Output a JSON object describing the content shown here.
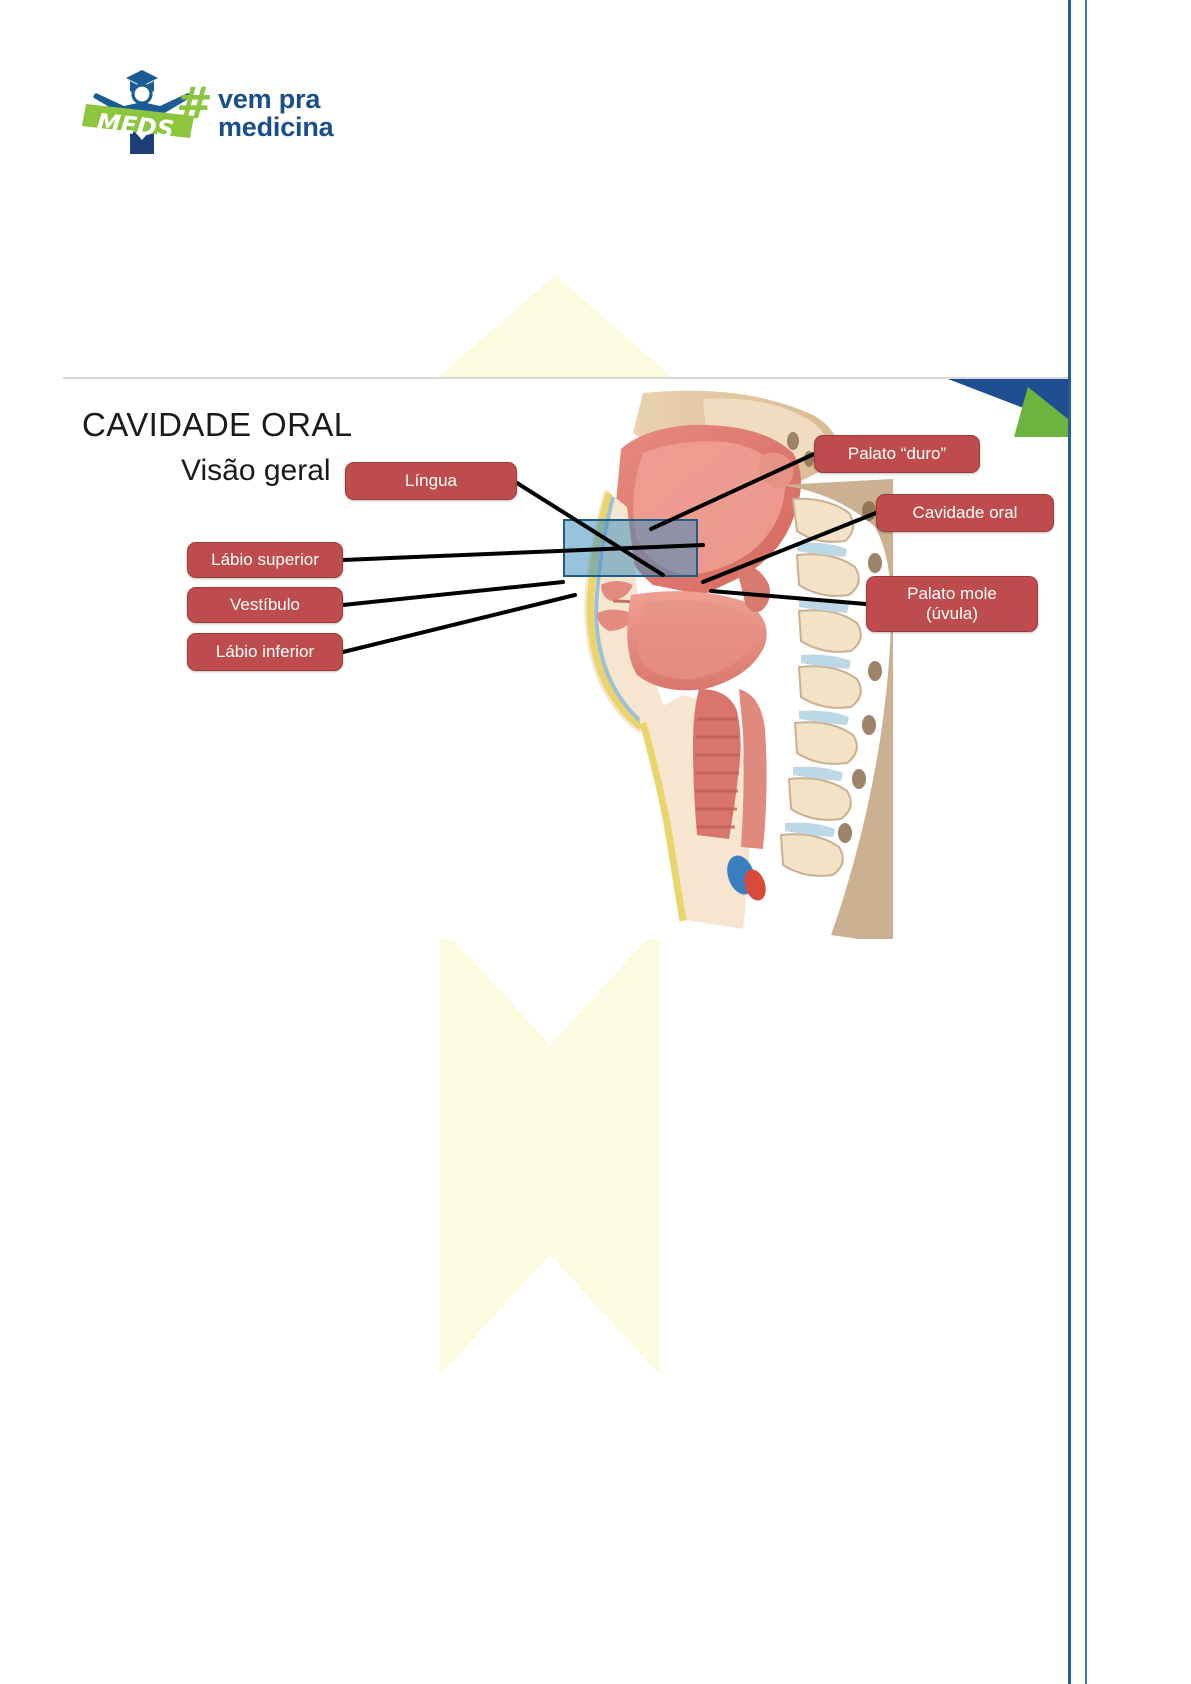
{
  "brand": {
    "badge_text": "MEDS",
    "hash_symbol": "#",
    "tagline_line1": "vem pra",
    "tagline_line2": "medicina",
    "colors": {
      "blue": "#1b4f8a",
      "green": "#8cc63e",
      "page_rule": "#1f5fa8"
    }
  },
  "slide": {
    "title": "CAVIDADE ORAL",
    "subtitle": "Visão geral",
    "corner_colors": {
      "blue": "#1d4f91",
      "green": "#6cb33f"
    },
    "highlight": {
      "fill": "#3a8cbe",
      "stroke": "#1f5e84"
    },
    "callouts": [
      {
        "id": "lingua",
        "label": "Língua"
      },
      {
        "id": "labio_superior",
        "label": "Lábio superior"
      },
      {
        "id": "vestibulo",
        "label": "Vestíbulo"
      },
      {
        "id": "labio_inferior",
        "label": "Lábio inferior"
      },
      {
        "id": "palato_duro",
        "label": "Palato “duro”"
      },
      {
        "id": "cavidade_oral",
        "label": "Cavidade oral"
      },
      {
        "id": "palato_mole",
        "label": "Palato mole\n(úvula)"
      }
    ],
    "callout_style": {
      "fill": "#bf4c4c",
      "border": "#9e3a3a",
      "text": "#ffffff"
    }
  }
}
